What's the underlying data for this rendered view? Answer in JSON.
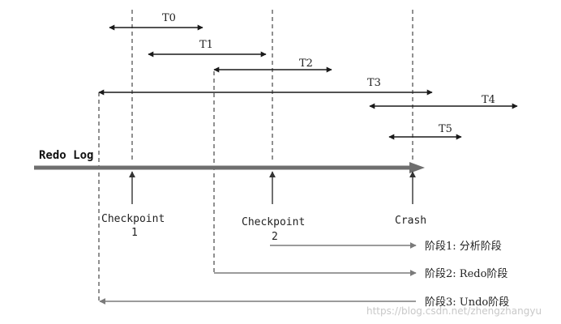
{
  "transactions": [
    {
      "label": "T0"
    },
    {
      "label": "T1"
    },
    {
      "label": "T2"
    },
    {
      "label": "T3"
    },
    {
      "label": "T4"
    },
    {
      "label": "T5"
    }
  ],
  "log_label": "Redo Log",
  "checkpoint1": {
    "line1": "Checkpoint",
    "line2": "1"
  },
  "checkpoint2": {
    "line1": "Checkpoint",
    "line2": "2"
  },
  "crash": {
    "label": "Crash"
  },
  "phases": [
    {
      "label": "阶段1: 分析阶段"
    },
    {
      "label": "阶段2: Redo阶段"
    },
    {
      "label": "阶段3: Undo阶段"
    }
  ],
  "watermark": "https://blog.csdn.net/zhengzhangyu",
  "colors": {
    "line": "#1a1a1a",
    "log_arrow": "#6f6f6f",
    "phase_arrow": "#7a7a7a"
  }
}
